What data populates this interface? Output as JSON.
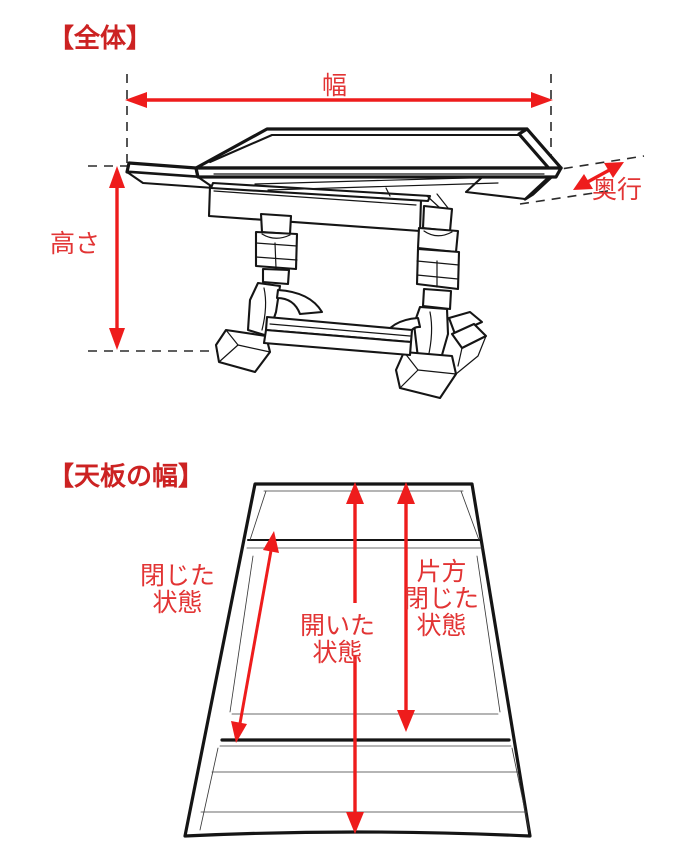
{
  "page": {
    "background_color": "#ffffff",
    "accent_color": "#cc2222",
    "arrow_color": "#ee1c1c",
    "line_color": "#151515"
  },
  "sections": {
    "overall": {
      "heading": "【全体】",
      "dimensions": {
        "width": "幅",
        "depth": "奥行",
        "height": "高さ"
      }
    },
    "tabletop": {
      "heading": "【天板の幅】",
      "states": {
        "closed": {
          "line1": "閉じた",
          "line2": "状態"
        },
        "open": {
          "line1": "開いた",
          "line2": "状態"
        },
        "half_closed": {
          "line1": "片方",
          "line2": "閉じた",
          "line3": "状態"
        }
      }
    }
  }
}
